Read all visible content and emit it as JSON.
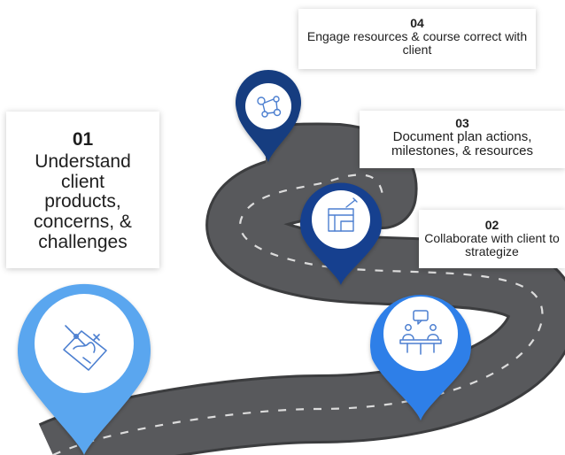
{
  "steps": [
    {
      "number": "01",
      "text": "Understand client products, concerns, & challenges",
      "pin_color": "#5aa6ef",
      "icon": "strategy-plan-icon"
    },
    {
      "number": "02",
      "text": "Collaborate with client to strategize",
      "pin_color": "#2f7fe8",
      "icon": "meeting-discussion-icon"
    },
    {
      "number": "03",
      "text": "Document plan actions, milestones, & resources",
      "pin_color": "#15408f",
      "icon": "blueprint-plan-icon"
    },
    {
      "number": "04",
      "text": "Engage resources & course correct with client",
      "pin_color": "#123c80",
      "icon": "resource-network-icon"
    }
  ],
  "colors": {
    "road": "#555658",
    "road_edge": "#3c3d3f",
    "road_marking": "#dcdcdc",
    "icon_stroke": "#4c7fd0"
  }
}
